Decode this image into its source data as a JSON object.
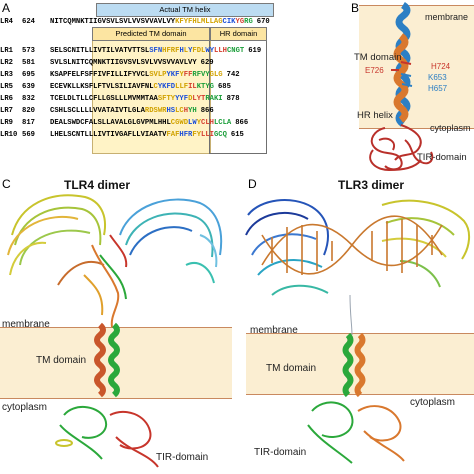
{
  "panels": {
    "a": "A",
    "b": "B",
    "c": "C",
    "d": "D"
  },
  "panel_a": {
    "boxes": {
      "actual_tm_helix": "Actual TM helix",
      "predicted_tm_domain": "Predicted TM domain",
      "hr_domain": "HR domain"
    },
    "rows": [
      {
        "name": "LR4",
        "start": "624",
        "seq": [
          [
            "NITCQMNK",
            "a"
          ],
          [
            "TIIGVSVLSVLVVSVVAVLVY",
            "a"
          ],
          [
            "KFYFHLMLLAG",
            "b"
          ],
          [
            "CIK",
            "c"
          ],
          [
            "YG",
            "d"
          ],
          [
            "RG",
            "e"
          ]
        ],
        "end": "670"
      },
      {
        "name": "LR1",
        "start": "573",
        "seq": [
          [
            "SELSCNITLLIVTILVATVTTSL",
            "a"
          ],
          [
            "SFN",
            "c"
          ],
          [
            "HFRF",
            "b"
          ],
          [
            "H",
            "c"
          ],
          [
            "L",
            "b"
          ],
          [
            "Y",
            "c"
          ],
          [
            "FDL",
            "b"
          ],
          [
            "WY",
            "c"
          ],
          [
            "LLH",
            "d"
          ],
          [
            "CNGT",
            "e"
          ]
        ],
        "end": "619"
      },
      {
        "name": "LR2",
        "start": "581",
        "seq": [
          [
            "SVLSLNITCQMNKTIIGVSVLSVLVVSVVAVLVY",
            "a"
          ]
        ],
        "end": "629"
      },
      {
        "name": "LR3",
        "start": "695",
        "seq": [
          [
            "KSAPFELFSFFIVFILLIFYVCL",
            "a"
          ],
          [
            "SVLP",
            "b"
          ],
          [
            "YKF",
            "c"
          ],
          [
            "Y",
            "b"
          ],
          [
            "FF",
            "d"
          ],
          [
            "RFVY",
            "e"
          ],
          [
            "GLG",
            "b"
          ]
        ],
        "end": "742"
      },
      {
        "name": "LR5",
        "start": "639",
        "seq": [
          [
            "ECEVKLLKSFLFTVLSILIAVFNL",
            "a"
          ],
          [
            "C",
            "b"
          ],
          [
            "YKFD",
            "c"
          ],
          [
            "LLF",
            "b"
          ],
          [
            "IL",
            "d"
          ],
          [
            "KTYG",
            "e"
          ]
        ],
        "end": "685"
      },
      {
        "name": "LR6",
        "start": "832",
        "seq": [
          [
            "TCELDLTLLCFLLGSLLLMVMMTAA",
            "a"
          ],
          [
            "SFTY",
            "b"
          ],
          [
            "YYF",
            "c"
          ],
          [
            "D",
            "b"
          ],
          [
            "LYT",
            "d"
          ],
          [
            "RAKI",
            "e"
          ]
        ],
        "end": "878"
      },
      {
        "name": "LR7",
        "start": "820",
        "seq": [
          [
            "CSHLSCLLLLVVATAIVTLGLA",
            "a"
          ],
          [
            "RDSWR",
            "b"
          ],
          [
            "HS",
            "c"
          ],
          [
            "LC",
            "b"
          ],
          [
            "H",
            "d"
          ],
          [
            "YH",
            "e"
          ]
        ],
        "end": "866"
      },
      {
        "name": "LR9",
        "start": "817",
        "seq": [
          [
            "DEALSWDCFALSLLAVALGLGVPMLHHL",
            "a"
          ],
          [
            "CGWD",
            "b"
          ],
          [
            "LW",
            "c"
          ],
          [
            "Y",
            "b"
          ],
          [
            "CLH",
            "d"
          ],
          [
            "LCLA",
            "e"
          ]
        ],
        "end": "866"
      },
      {
        "name": "LR10",
        "start": "569",
        "seq": [
          [
            "LHELSCNTLLLIVTIVGAFLLVIAATV",
            "a"
          ],
          [
            "FAF",
            "b"
          ],
          [
            "HFR",
            "c"
          ],
          [
            "FY",
            "b"
          ],
          [
            "LLI",
            "d"
          ],
          [
            "GCQ",
            "e"
          ]
        ],
        "end": "615"
      }
    ]
  },
  "panel_b": {
    "membrane": "membrane",
    "tm_domain": "TM domain",
    "hr_helix": "HR helix",
    "cytoplasm": "cytoplasm",
    "tir_domain": "TIR-domain",
    "residues": [
      "E726",
      "H724",
      "K653",
      "H657"
    ]
  },
  "panel_c": {
    "title": "TLR4 dimer",
    "membrane": "membrane",
    "tm_domain": "TM domain",
    "cytoplasm": "cytoplasm",
    "tir_domain": "TIR-domain"
  },
  "panel_d": {
    "title": "TLR3 dimer",
    "membrane": "membrane",
    "tm_domain": "TM domain",
    "cytoplasm": "cytoplasm",
    "tir_domain": "TIR-domain"
  },
  "colors": {
    "membrane_band": "#fbeed2",
    "membrane_line": "#c9895f",
    "box_blue": "#bcdcf2",
    "box_yellow": "#fce5a2",
    "highlight_yellow": "#fff1bd",
    "helix_orange": "#d9782e",
    "helix_blue": "#2c7fc4",
    "green": "#2ba83b",
    "red": "#c7352b"
  }
}
